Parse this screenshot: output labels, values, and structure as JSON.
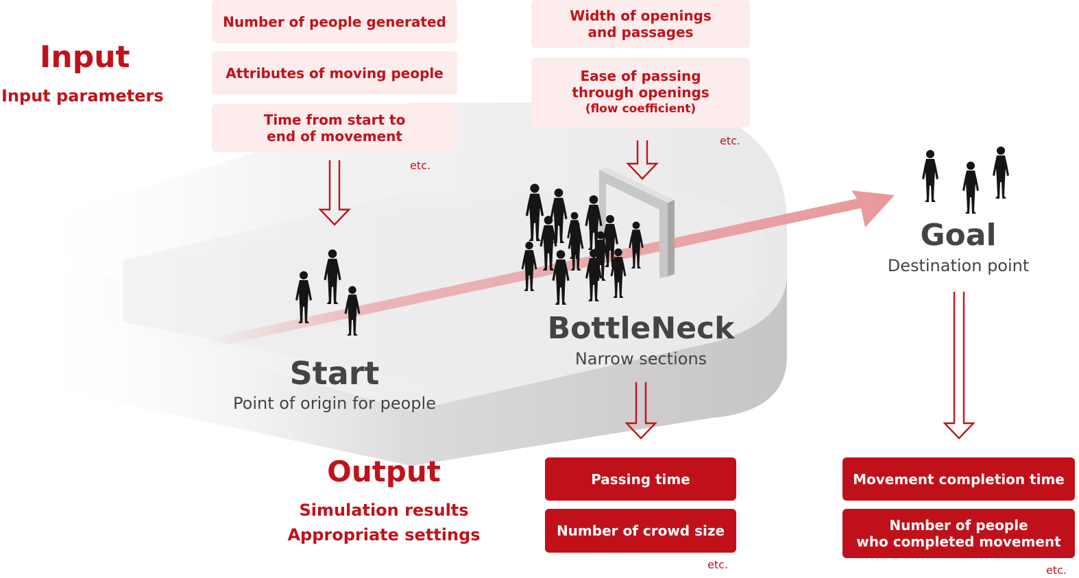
{
  "input": {
    "title": "Input",
    "subtitle": "Input parameters"
  },
  "start": {
    "params": [
      "Number of people generated",
      "Attributes of moving people",
      "Time from start to\nend of movement"
    ],
    "etc": "etc.",
    "title": "Start",
    "subtitle": "Point of origin for people"
  },
  "bottleneck": {
    "params": [
      "Width of openings\nand passages",
      "Ease of passing\nthrough openings"
    ],
    "param_note": "(flow coefficient)",
    "etc": "etc.",
    "title": "BottleNeck",
    "subtitle": "Narrow sections",
    "results": [
      "Passing time",
      "Number of crowd size"
    ],
    "results_etc": "etc."
  },
  "goal": {
    "title": "Goal",
    "subtitle": "Destination point",
    "results": [
      "Movement completion time",
      "Number of people\nwho completed movement"
    ],
    "results_etc": "etc."
  },
  "output": {
    "title": "Output",
    "lines": [
      "Simulation results",
      "Appropriate settings"
    ]
  },
  "colors": {
    "accent": "#c0121b",
    "input_box": "#fdecec",
    "output_box": "#c0111a",
    "heading_grey": "#444444",
    "flow_arrow": "#e9a2a4"
  }
}
